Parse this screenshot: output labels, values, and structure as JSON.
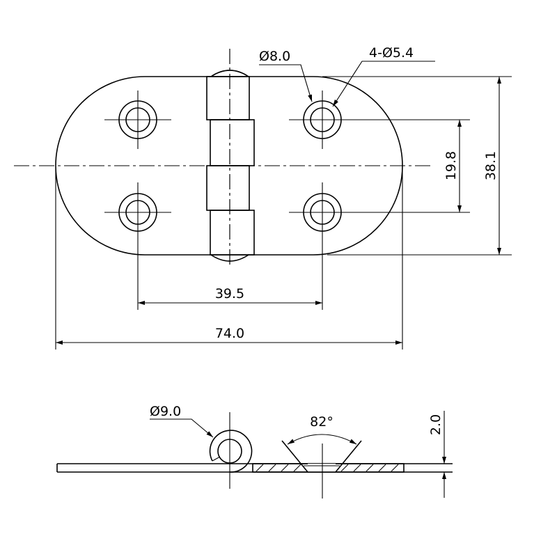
{
  "title": "Hinge technical drawing",
  "dimensions": {
    "hole_counterbore": "Ø8.0",
    "hole_count_diameter": "4-Ø5.4",
    "hole_spacing_vertical": "19.8",
    "overall_height": "38.1",
    "hole_spacing_horizontal": "39.5",
    "overall_length": "74.0",
    "knuckle_diameter": "Ø9.0",
    "countersink_angle": "82°",
    "thickness": "2.0"
  }
}
